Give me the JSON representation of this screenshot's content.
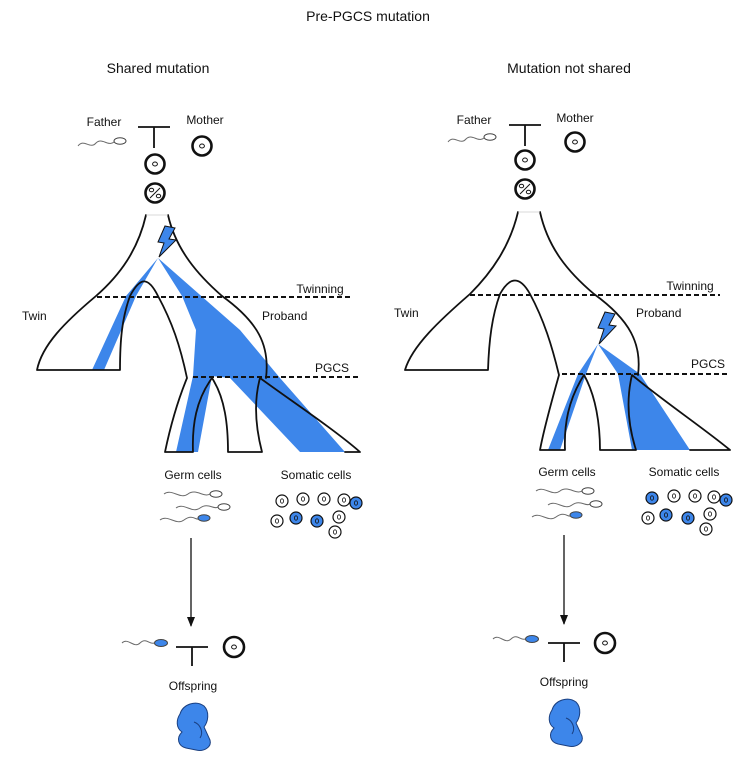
{
  "title": "Pre-PGCS mutation",
  "colors": {
    "mutation": "#3d86ea",
    "line": "#111111"
  },
  "panels": [
    {
      "heading": "Shared mutation",
      "father": "Father",
      "mother": "Mother",
      "twin": "Twin",
      "proband": "Proband",
      "twinning": "Twinning",
      "pgcs": "PGCS",
      "germ_cells": "Germ cells",
      "somatic_cells": "Somatic cells",
      "offspring": "Offspring",
      "icons": [
        "sperm-icon",
        "egg-icon",
        "zygote-icon",
        "lightning-bolt-icon",
        "somatic-cell-icon",
        "baby-icon"
      ]
    },
    {
      "heading": "Mutation not shared",
      "father": "Father",
      "mother": "Mother",
      "twin": "Twin",
      "proband": "Proband",
      "twinning": "Twinning",
      "pgcs": "PGCS",
      "germ_cells": "Germ cells",
      "somatic_cells": "Somatic cells",
      "offspring": "Offspring",
      "icons": [
        "sperm-icon",
        "egg-icon",
        "zygote-icon",
        "lightning-bolt-icon",
        "somatic-cell-icon",
        "baby-icon"
      ]
    }
  ]
}
